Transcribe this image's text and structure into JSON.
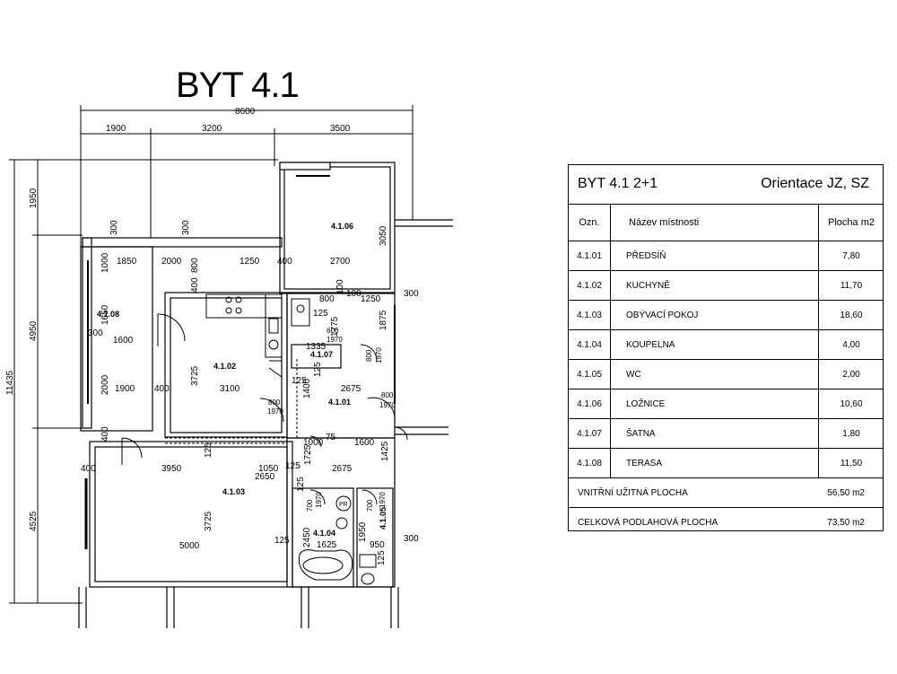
{
  "plan": {
    "title": "BYT 4.1",
    "dims_top": {
      "total": "8600",
      "d1": "1900",
      "d2": "3200",
      "d3": "3500"
    },
    "dims_left": {
      "total": "11435",
      "d1": "1950",
      "d2": "4950",
      "d3": "4525"
    },
    "rooms": {
      "r01": "4.1.01",
      "r02": "4.1.02",
      "r03": "4.1.03",
      "r04": "4.1.04",
      "r05": "4.1.05",
      "r06": "4.1.06",
      "r07": "4.1.07",
      "r08": "4.1.08"
    },
    "inner_dims": {
      "a300a": "300",
      "a300b": "300",
      "a1850": "1850",
      "a2000": "2000",
      "a800": "800",
      "a1250": "1250",
      "a400": "400",
      "a2700": "2700",
      "a3050": "3050",
      "a1000": "1000",
      "a400b": "400",
      "a1650": "1650",
      "a300c": "300",
      "a1600": "1600",
      "a800b": "800",
      "a125": "125",
      "a100": "100",
      "a1250b": "1250",
      "a1875": "1875",
      "a300d": "300",
      "a1775": "1775",
      "a1335": "1335",
      "a3725": "3725",
      "a1900": "1900",
      "a400c": "400",
      "a3100": "3100",
      "a125b": "125",
      "a1400": "1400",
      "a125c": "125",
      "a2675": "2675",
      "a2000b": "2000",
      "a400d": "400",
      "a1000b": "1000",
      "a75": "75",
      "a1600b": "1600",
      "a1425": "1425",
      "a125d": "125",
      "a1725": "1725",
      "a400e": "400",
      "a3950": "3950",
      "a1050": "1050",
      "a2650": "2650",
      "a125e": "125",
      "a2675b": "2675",
      "a3725b": "3725",
      "a5000": "5000",
      "a125f": "125",
      "a2450": "2450",
      "a1625": "1625",
      "a950": "950",
      "a1950": "1950",
      "a300e": "300",
      "a125g": "125",
      "a125h": "125",
      "pr": "PR"
    },
    "doors": {
      "d1a": "600",
      "d1b": "1970",
      "d2a": "800",
      "d2b": "1970",
      "d3a": "800",
      "d3b": "1970",
      "d4a": "800",
      "d4b": "1970",
      "d5a": "700",
      "d5b": "1970",
      "d6a": "700",
      "d6b": "1970"
    }
  },
  "table": {
    "apartment": "BYT 4.1  2+1",
    "orientation": "Orientace JZ, SZ",
    "headers": {
      "id": "Ozn.",
      "name": "Název místnosti",
      "area": "Plocha m2"
    },
    "rows": [
      {
        "id": "4.1.01",
        "name": "PŘEDSÍŇ",
        "area": "7,80"
      },
      {
        "id": "4.1.02",
        "name": "KUCHYNĚ",
        "area": "11,70"
      },
      {
        "id": "4.1.03",
        "name": "OBÝVACÍ POKOJ",
        "area": "18,60"
      },
      {
        "id": "4.1.04",
        "name": "KOUPELNA",
        "area": "4,00"
      },
      {
        "id": "4.1.05",
        "name": "WC",
        "area": "2,00"
      },
      {
        "id": "4.1.06",
        "name": "LOŽNICE",
        "area": "10,60"
      },
      {
        "id": "4.1.07",
        "name": "ŠATNA",
        "area": "1,80"
      },
      {
        "id": "4.1.08",
        "name": "TERASA",
        "area": "11,50"
      }
    ],
    "summary": [
      {
        "label": "VNITŘNÍ UŽITNÁ PLOCHA",
        "value": "56,50 m2"
      },
      {
        "label": "CELKOVÁ PODLAHOVÁ PLOCHA",
        "value": "73,50 m2"
      }
    ]
  }
}
